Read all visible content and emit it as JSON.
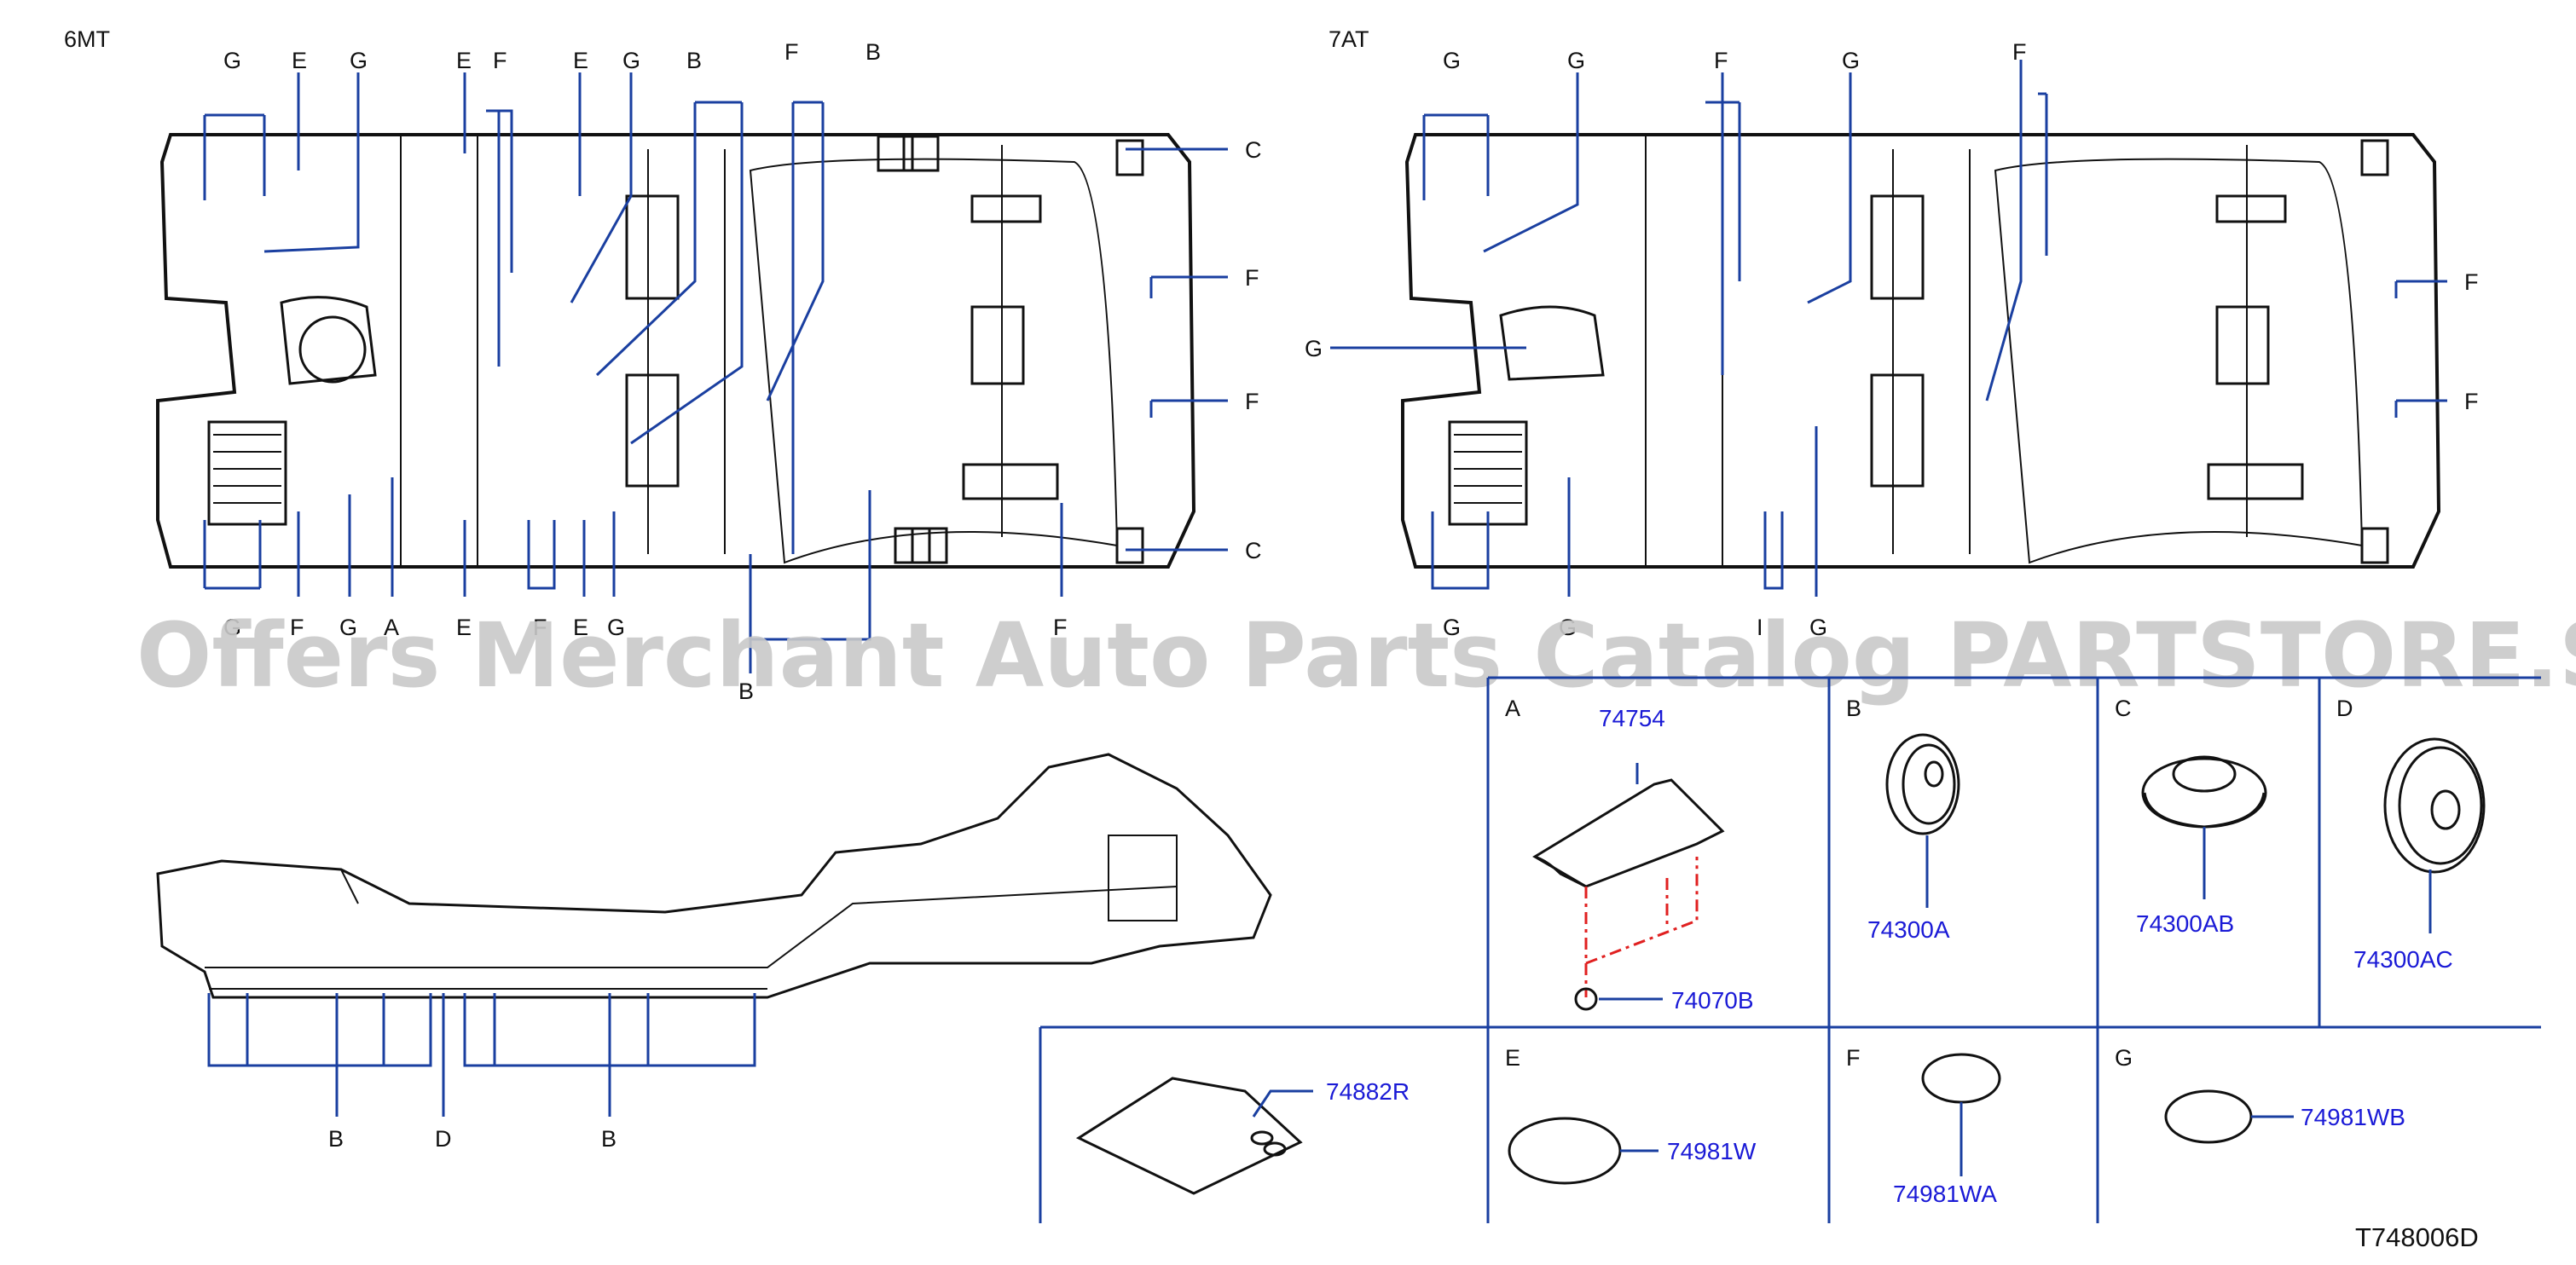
{
  "headings": {
    "left": "6MT",
    "right": "7AT"
  },
  "watermark": "Offers Merchant Auto Parts Catalog PARTSTORE.SA",
  "diagram_code": "T748006D",
  "cell_letters": [
    "A",
    "B",
    "C",
    "D",
    "E",
    "F",
    "G"
  ],
  "parts": {
    "a_top": "74754",
    "a_bottom": "74070B",
    "b": "74300A",
    "c": "74300AB",
    "d": "74300AC",
    "mat": "74882R",
    "e": "74981W",
    "f": "74981WA",
    "g": "74981WB"
  },
  "callouts_6mt_top": [
    "G",
    "E",
    "G",
    "E",
    "F",
    "E",
    "G",
    "B",
    "F",
    "B"
  ],
  "callouts_6mt_bottom": [
    "G",
    "F",
    "G",
    "A",
    "E",
    "F",
    "E",
    "G",
    "B",
    "F"
  ],
  "callouts_6mt_right": [
    "C",
    "F",
    "F",
    "C"
  ],
  "callouts_7at_top": [
    "G",
    "G",
    "F",
    "G",
    "F"
  ],
  "callouts_7at_bottom": [
    "G",
    "G",
    "I",
    "G"
  ],
  "callouts_7at_right": [
    "F",
    "F"
  ],
  "callouts_7at_left": [
    "G"
  ],
  "callouts_side": [
    "B",
    "D",
    "B"
  ]
}
